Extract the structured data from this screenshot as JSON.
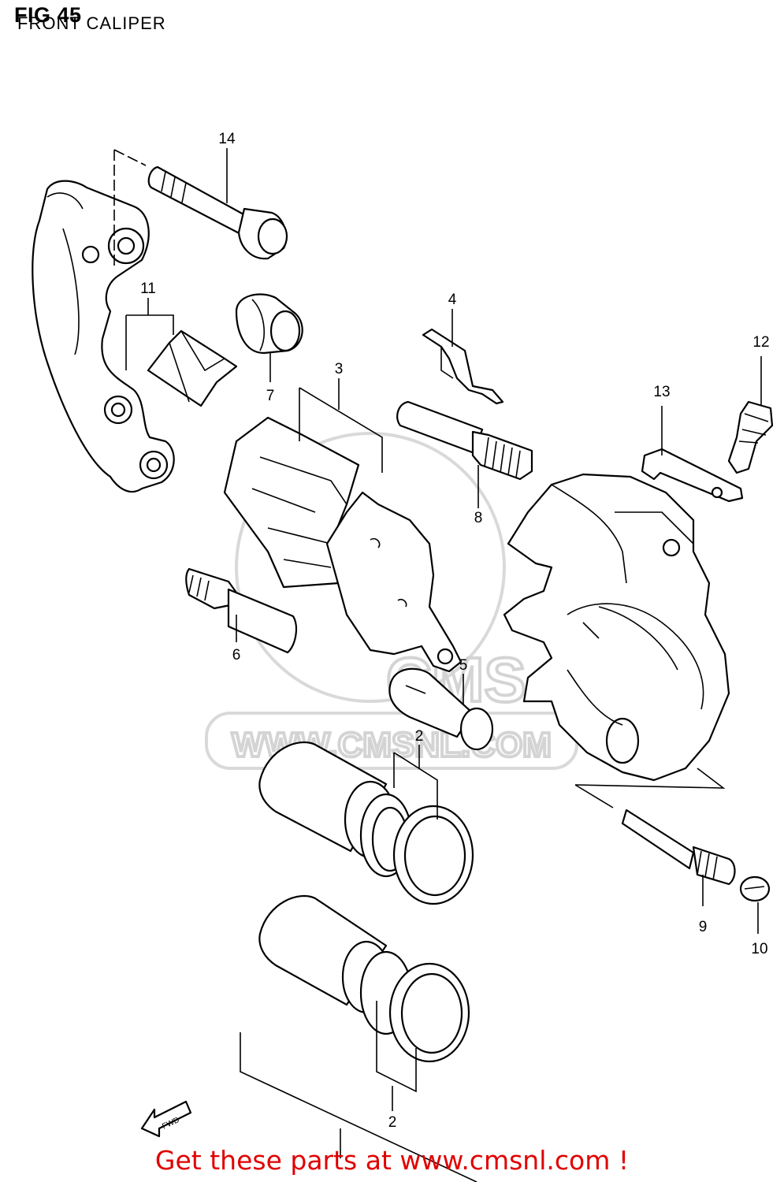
{
  "header": {
    "fig_number": "FIG 45",
    "subtitle": "FRONT CALIPER"
  },
  "watermark": {
    "brand": "CMS",
    "url": "WWW.CMSNL.COM"
  },
  "callouts": {
    "c14": "14",
    "c11": "11",
    "c7": "7",
    "c4": "4",
    "c3": "3",
    "c12": "12",
    "c13": "13",
    "c8": "8",
    "c6": "6",
    "c5": "5",
    "c2a": "2",
    "c9": "9",
    "c10": "10",
    "c2b": "2"
  },
  "fwd_arrow": "FWD",
  "footer": {
    "promo": "Get these parts at www.cmsnl.com !"
  },
  "colors": {
    "line": "#000000",
    "promo": "#e00000",
    "watermark": "#d4d4d4"
  }
}
